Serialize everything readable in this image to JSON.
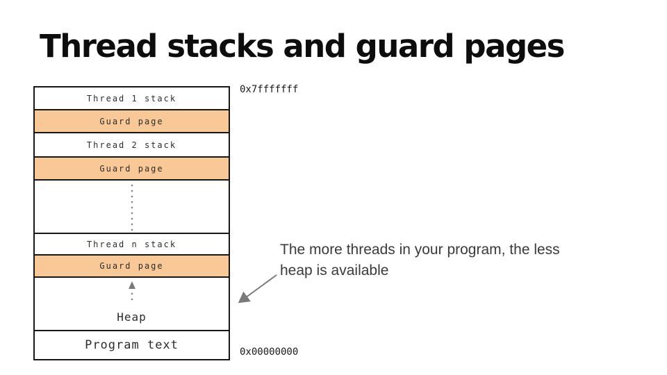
{
  "slide": {
    "title": "Thread stacks and guard pages"
  },
  "diagram": {
    "rows": [
      {
        "label": "Thread 1 stack",
        "type": "stack"
      },
      {
        "label": "Guard page",
        "type": "guard"
      },
      {
        "label": "Thread 2 stack",
        "type": "stack"
      },
      {
        "label": "Guard page",
        "type": "guard"
      },
      {
        "label": "",
        "type": "ellipsis"
      },
      {
        "label": "Thread n stack",
        "type": "stack"
      },
      {
        "label": "Guard page",
        "type": "guard"
      },
      {
        "label": "Heap",
        "type": "heap"
      },
      {
        "label": "Program text",
        "type": "program"
      }
    ],
    "address_top": "0x7fffffff",
    "address_bottom": "0x00000000",
    "colors": {
      "guard_fill": "#f8c996",
      "border": "#161616",
      "arrow_gray": "#7a7a7a"
    }
  },
  "annotation": {
    "text": "The more threads in your program, the less heap is available"
  }
}
